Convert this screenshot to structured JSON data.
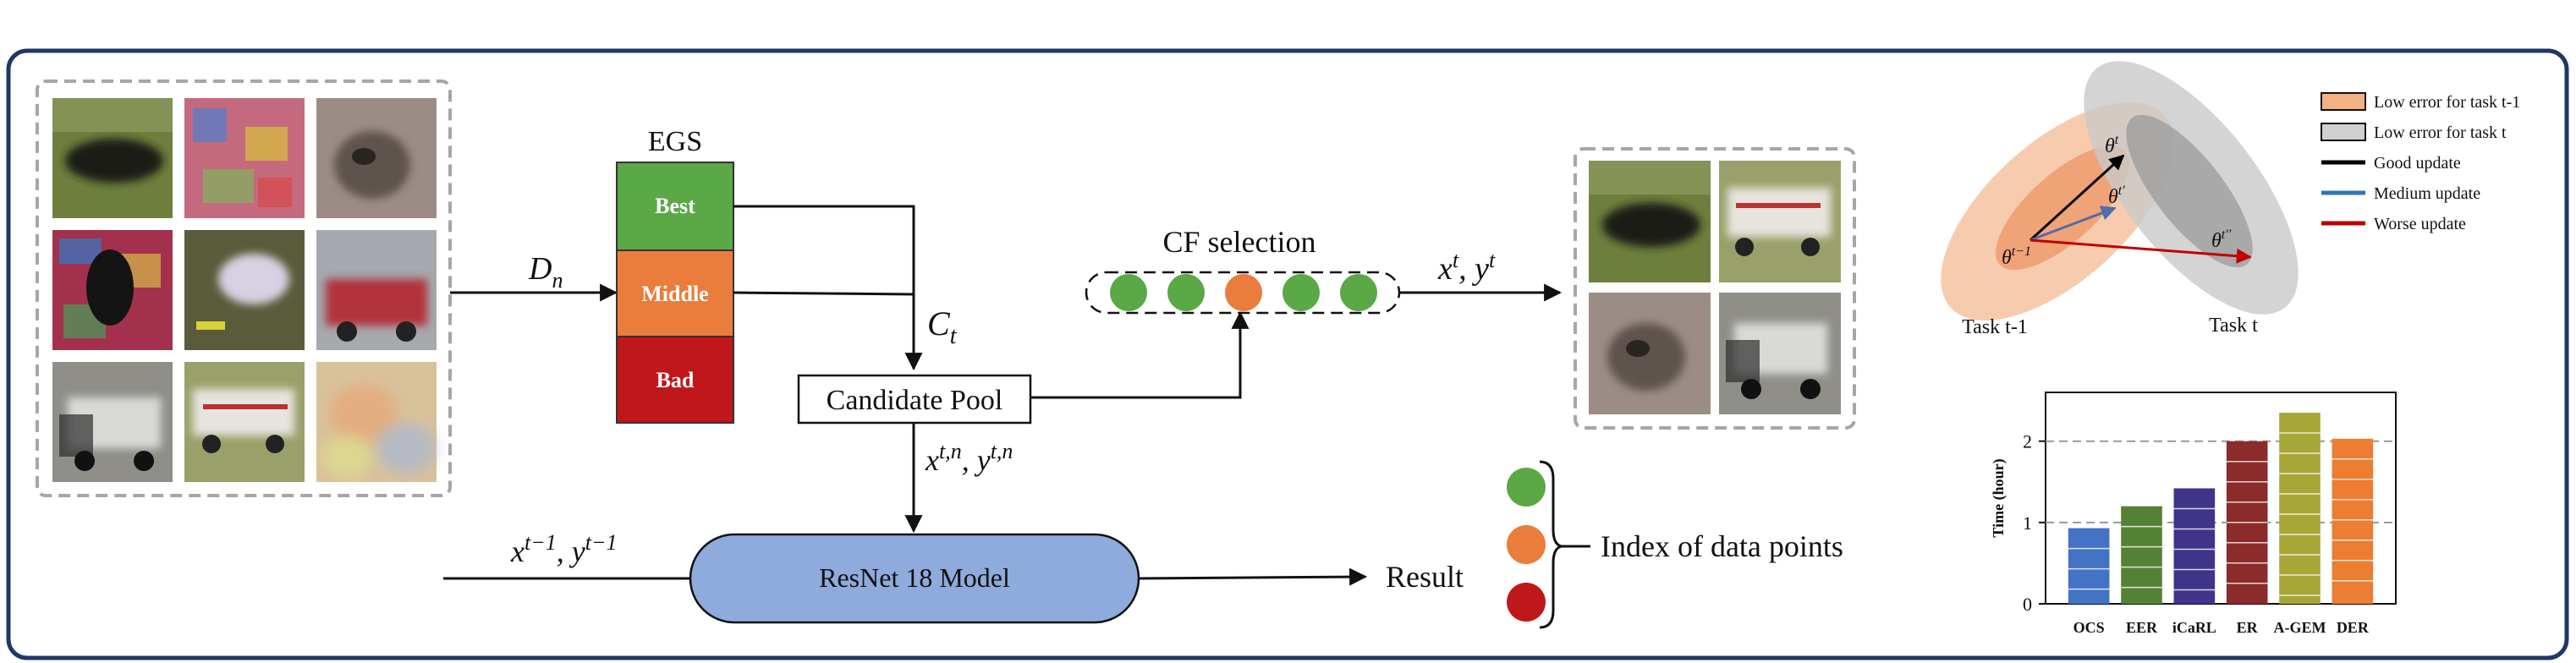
{
  "egs": {
    "title": "EGS",
    "best": "Best",
    "middle": "Middle",
    "bad": "Bad"
  },
  "flow": {
    "dn_main": "D",
    "dn_sub": "n",
    "ct_main": "C",
    "ct_sub": "t",
    "pool": "Candidate Pool",
    "pool_out_x": "x",
    "pool_out_x_sup": "t,n",
    "pool_out_sep": ",",
    "pool_out_y": "y",
    "pool_out_y_sup": "t,n",
    "cf_title": "CF selection",
    "cf_out_x": "x",
    "cf_out_x_sup": "t",
    "cf_out_sep": ",",
    "cf_out_y": "y",
    "cf_out_y_sup": "t",
    "prev_x": "x",
    "prev_x_sup": "t−1",
    "prev_sep": ",",
    "prev_y": "y",
    "prev_y_sup": "t−1",
    "model": "ResNet 18 Model",
    "result": "Result",
    "index_label": "Index of data points"
  },
  "cf_dots": [
    "#5aa846",
    "#5aa846",
    "#ea7c3c",
    "#5aa846",
    "#5aa846"
  ],
  "index_dots": [
    "#5aa846",
    "#ea7c3c",
    "#c0171b"
  ],
  "colors": {
    "best": "#5aa846",
    "middle": "#ea7c3c",
    "bad": "#c0171b",
    "model": "#8faadc",
    "border": "#1f3864"
  },
  "ellipse_diagram": {
    "theta_t": "θ",
    "theta_t_sup": "t",
    "theta_t_prime": "θ",
    "theta_t_prime_sup": "t′",
    "theta_t_dprime": "θ",
    "theta_t_dprime_sup": "t′′",
    "theta_t_minus_1": "θ",
    "theta_t_minus_1_sup": "t−1",
    "task_prev": "Task t-1",
    "task_curr": "Task t"
  },
  "legend": [
    {
      "label": "Low error for task t-1",
      "kind": "box",
      "color": "#f4b183"
    },
    {
      "label": "Low error for task t",
      "kind": "box",
      "color": "#d0d0d0"
    },
    {
      "label": "Good update",
      "kind": "line",
      "color": "#000000"
    },
    {
      "label": "Medium update",
      "kind": "line",
      "color": "#2e75b6"
    },
    {
      "label": "Worse update",
      "kind": "line",
      "color": "#c00000"
    }
  ],
  "chart_data": {
    "type": "bar",
    "categories": [
      "OCS",
      "EER",
      "iCaRL",
      "ER",
      "A-GEM",
      "DER"
    ],
    "values": [
      0.93,
      1.2,
      1.42,
      2.0,
      2.35,
      2.03
    ],
    "colors": [
      "#4472c4",
      "#548235",
      "#3f3489",
      "#8b2b2b",
      "#a7a737",
      "#ed7d31"
    ],
    "ylabel": "Time (hour)",
    "yticks": [
      "0",
      "1",
      "2"
    ],
    "ylim": [
      0,
      2.6
    ],
    "grid": "dashed at 1 and 2"
  }
}
